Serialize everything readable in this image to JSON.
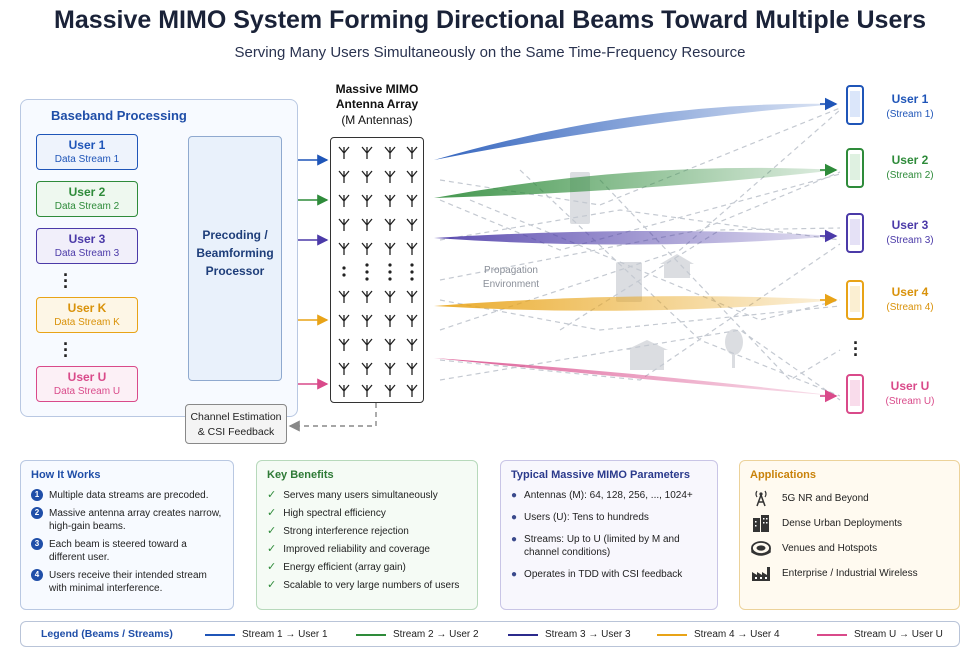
{
  "title": "Massive MIMO System Forming Directional Beams Toward Multiple Users",
  "subtitle": "Serving Many Users Simultaneously on the Same Time-Frequency Resource",
  "colors": {
    "stream1": "#1f55b8",
    "stream2": "#2e8b3a",
    "stream3": "#4b3aa8",
    "stream4": "#e8a317",
    "streamU": "#d94a8a",
    "panel_blue": "#1f4ea8"
  },
  "baseband": {
    "title": "Baseband Processing",
    "users": [
      {
        "name": "User 1",
        "stream": "Data Stream 1"
      },
      {
        "name": "User 2",
        "stream": "Data Stream 2"
      },
      {
        "name": "User 3",
        "stream": "Data Stream 3"
      },
      {
        "name": "User K",
        "stream": "Data Stream K"
      },
      {
        "name": "User U",
        "stream": "Data Stream U"
      }
    ],
    "precoder_line1": "Precoding /",
    "precoder_line2": "Beamforming",
    "precoder_line3": "Processor",
    "csi_line1": "Channel Estimation",
    "csi_line2": "& CSI Feedback"
  },
  "array": {
    "title_line1": "Massive MIMO",
    "title_line2": "Antenna Array",
    "subtitle": "(M Antennas)"
  },
  "propagation": {
    "line1": "Propagation",
    "line2": "Environment"
  },
  "receivers": [
    {
      "name": "User 1",
      "stream": "(Stream 1)",
      "icon": "smartphone-icon"
    },
    {
      "name": "User 2",
      "stream": "(Stream 2)",
      "icon": "smartphone-icon"
    },
    {
      "name": "User 3",
      "stream": "(Stream 3)",
      "icon": "smartphone-icon"
    },
    {
      "name": "User 4",
      "stream": "(Stream 4)",
      "icon": "smartphone-icon"
    },
    {
      "name": "User U",
      "stream": "(Stream U)",
      "icon": "smartphone-icon"
    }
  ],
  "how_it_works": {
    "title": "How It Works",
    "steps": [
      "Multiple data streams are precoded.",
      "Massive antenna array creates narrow, high-gain beams.",
      "Each beam is steered toward a different user.",
      "Users receive their intended stream with minimal interference."
    ]
  },
  "key_benefits": {
    "title": "Key Benefits",
    "items": [
      "Serves many users simultaneously",
      "High spectral efficiency",
      "Strong interference rejection",
      "Improved reliability and coverage",
      "Energy efficient (array gain)",
      "Scalable to very large numbers of users"
    ]
  },
  "parameters": {
    "title": "Typical Massive MIMO Parameters",
    "items": [
      "Antennas (M):  64, 128, 256, ..., 1024+",
      "Users (U):  Tens to hundreds",
      "Streams:  Up to U (limited by M and channel conditions)",
      "Operates in TDD with CSI feedback"
    ]
  },
  "applications": {
    "title": "Applications",
    "items": [
      {
        "label": "5G NR and Beyond",
        "icon": "antenna-tower-icon"
      },
      {
        "label": "Dense Urban Deployments",
        "icon": "city-buildings-icon"
      },
      {
        "label": "Venues and Hotspots",
        "icon": "stadium-icon"
      },
      {
        "label": "Enterprise / Industrial Wireless",
        "icon": "factory-icon"
      }
    ]
  },
  "legend": {
    "title": "Legend (Beams / Streams)",
    "items": [
      "Stream 1 → User 1",
      "Stream 2 → User 2",
      "Stream 3 → User 3",
      "Stream 4 → User 4",
      "Stream U → User U"
    ]
  }
}
